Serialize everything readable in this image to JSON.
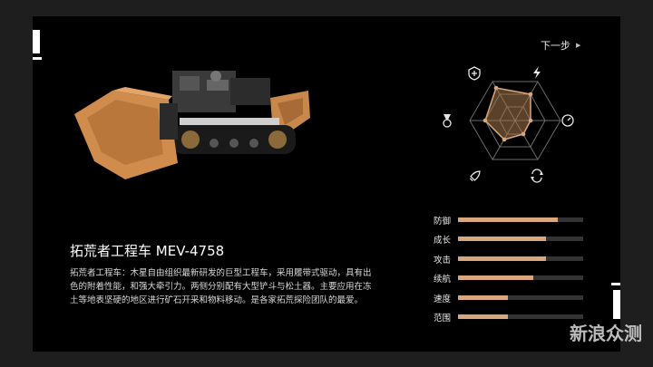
{
  "nav": {
    "next_label": "下一步"
  },
  "robot": {
    "title": "拓荒者工程车 MEV-4758",
    "description": "拓荒者工程车：木星自由组织最新研发的巨型工程车，采用履带式驱动，具有出色的附着性能，和强大牵引力。两侧分别配有大型铲斗与松土器。主要应用在冻土等地表坚硬的地区进行矿石开采和物料移动。是各家拓荒探险团队的最爱。"
  },
  "radar_icons": [
    "shield-plus-icon",
    "lightning-icon",
    "clock-icon",
    "refresh-icon",
    "rocket-icon",
    "medal-icon"
  ],
  "stats": [
    {
      "label": "防御",
      "value": 0.8
    },
    {
      "label": "成长",
      "value": 0.7
    },
    {
      "label": "攻击",
      "value": 0.7
    },
    {
      "label": "续航",
      "value": 0.6
    },
    {
      "label": "速度",
      "value": 0.4
    },
    {
      "label": "范围",
      "value": 0.4
    }
  ],
  "colors": {
    "accent": "#d9a77d",
    "panel": "#000000",
    "track": "#333333"
  },
  "watermark": "新浪众测"
}
